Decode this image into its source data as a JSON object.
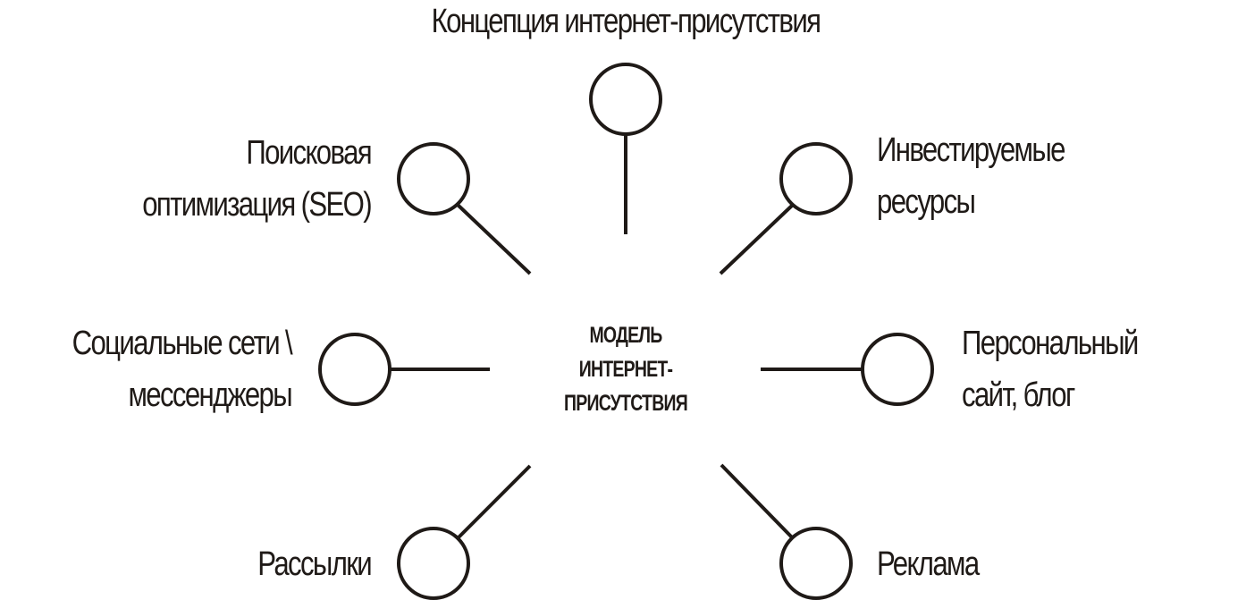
{
  "center": {
    "title": "МОДЕЛЬ\nИНТЕРНЕТ-\nПРИСУТСТВИЯ"
  },
  "nodes": [
    {
      "id": "concept",
      "label": "Концепция интернет-присутствия"
    },
    {
      "id": "invested-resources",
      "label": "Инвестируемые\nресурсы"
    },
    {
      "id": "personal-site",
      "label": "Персональный\nсайт, блог"
    },
    {
      "id": "advertising",
      "label": "Реклама"
    },
    {
      "id": "mailings",
      "label": "Рассылки"
    },
    {
      "id": "social-networks",
      "label": "Социальные сети \\\nмессенджеры"
    },
    {
      "id": "seo",
      "label": "Поисковая\nоптимизация (SEO)"
    }
  ],
  "colors": {
    "ink": "#1f1a17",
    "background": "#ffffff"
  }
}
